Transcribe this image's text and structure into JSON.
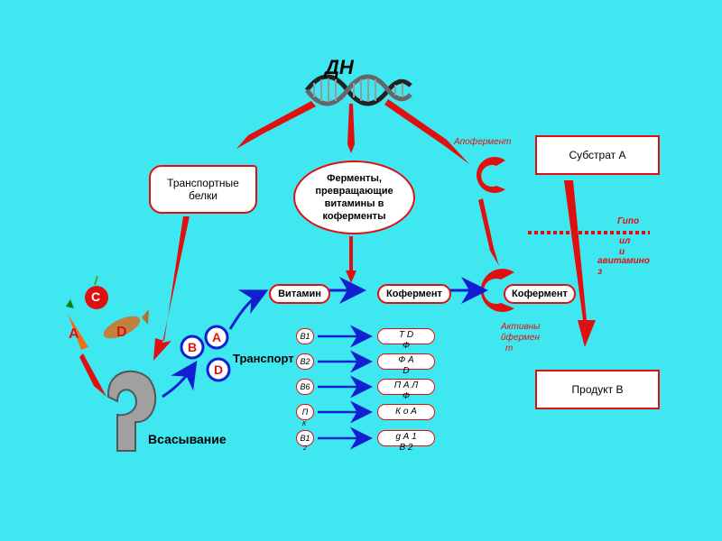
{
  "dna_label": "ДН",
  "transport_proteins": "Транспортные белки",
  "enzymes_box": "Ферменты, превращающие витамины в коферменты",
  "apoenzyme_label": "Апофермент",
  "substrate_box": "Субстрат А",
  "product_box": "Продукт В",
  "hypo_label": [
    "Гипо",
    "ил",
    "и"
  ],
  "avitaminosis_label": [
    "авитамино",
    "з"
  ],
  "vitamin_pill": "Витамин",
  "coenzyme_pill": "Кофермент",
  "coenzyme_pill_2": "Кофермент",
  "active_enzyme_label": [
    "Активны",
    "йфермен",
    "т"
  ],
  "transport_label": "Транспорт",
  "absorption_label": "Всасывание",
  "food_letters": [
    "A",
    "D",
    "C"
  ],
  "transport_letters": [
    "B",
    "A",
    "D"
  ],
  "vitamin_rows": [
    {
      "vitamin": "В1",
      "coenzyme": [
        "Т D",
        "Ф"
      ]
    },
    {
      "vitamin": "В2",
      "coenzyme": [
        "Ф А",
        "D"
      ]
    },
    {
      "vitamin": "В6",
      "coenzyme": [
        "П А Л",
        "Ф"
      ]
    },
    {
      "vitamin": "П",
      "vitamin_sub": "К",
      "coenzyme": [
        "К о А",
        ""
      ]
    },
    {
      "vitamin": "В1",
      "vitamin_sub": "2",
      "coenzyme": [
        "g А  1",
        "В      2"
      ]
    }
  ],
  "colors": {
    "background": "#3fe8f0",
    "red": "#e01010",
    "blue": "#1020d0",
    "white": "#ffffff"
  }
}
